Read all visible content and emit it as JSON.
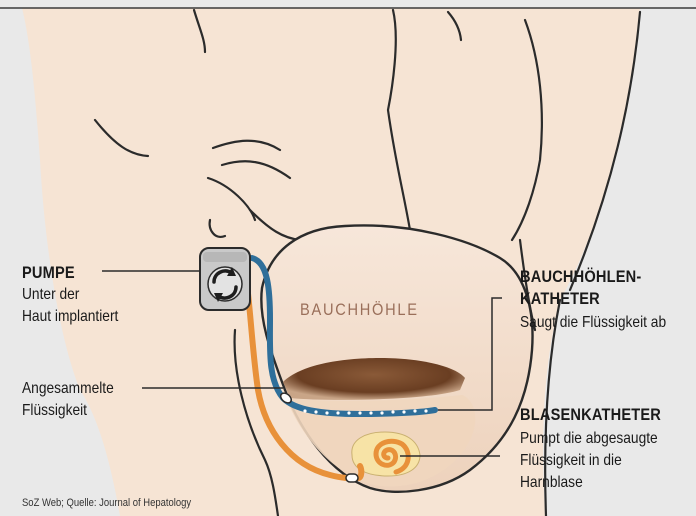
{
  "labels": {
    "pump_title": "PUMPE",
    "pump_sub_1": "Unter der",
    "pump_sub_2": "Haut implantiert",
    "fluid_1": "Angesammelte",
    "fluid_2": "Flüssigkeit",
    "abd_title_1": "BAUCHHÖHLEN-",
    "abd_title_2": "KATHETER",
    "abd_sub": "Saugt die Flüssigkeit ab",
    "bladder_title": "BLASENKATHETER",
    "bladder_sub_1": "Pumpt die abgesaugte",
    "bladder_sub_2": "Flüssigkeit in die",
    "bladder_sub_3": "Harnblase",
    "cavity": "BAUCHHÖHLE",
    "source": "SoZ Web; Quelle: Journal of Hepatology"
  },
  "colors": {
    "background": "#e9e9e9",
    "skin": "#f6e4d4",
    "outline": "#2b2b2b",
    "catheter_blue": "#2f6f9a",
    "catheter_orange": "#e8913a",
    "fluid_brown": "#7a4a2c",
    "bladder_yellow": "#f7e3a6",
    "cavity_text": "#9a6f5a"
  },
  "icons": [
    "pump-icon",
    "recycle-arrows-icon"
  ]
}
